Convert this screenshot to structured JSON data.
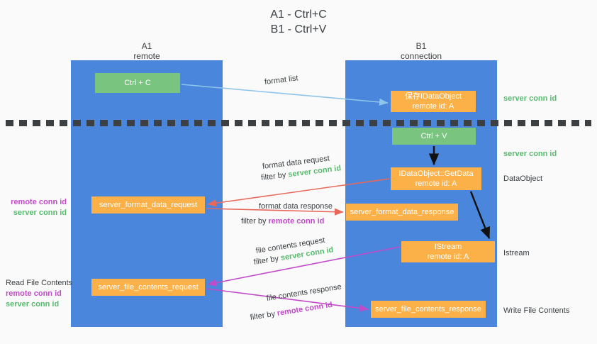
{
  "title": "A1 - Ctrl+C\nB1 - Ctrl+V",
  "columns": [
    {
      "id": "a1",
      "name": "A1",
      "role": "remote",
      "header": "A1\nremote"
    },
    {
      "id": "b1",
      "name": "B1",
      "role": "connection",
      "header": "B1\nconnection"
    }
  ],
  "colors": {
    "lane": "#4a86db",
    "green_box": "#79c47f",
    "orange_box": "#fbb147",
    "server_conn_id": "#57bb6e",
    "remote_conn_id": "#c14ac9",
    "arrow_format_list": "#8ec5ea",
    "arrow_format_data": "#e8685a",
    "arrow_file_contents": "#c14ac9",
    "arrow_internal": "#000000",
    "background": "#fafafa",
    "text": "#3c4043"
  },
  "nodes": {
    "ctrl_c": "Ctrl + C",
    "idataobject": "保存IDataObject\nremote id: A",
    "ctrl_v": "Ctrl + V",
    "getdata": "IDataObject::GetData\nremote id: A",
    "format_data_response": "server_format_data_response",
    "istream": "IStream\nremote id: A",
    "format_data_request": "server_format_data_request",
    "file_contents_request": "server_file_contents_request",
    "file_contents_response": "server_file_contents_response"
  },
  "edges": {
    "format_list": "format list",
    "format_data_request": "format data request",
    "format_data_request_filter_prefix": "filter by ",
    "format_data_request_filter_value": "server conn id",
    "format_data_response": "format data response",
    "format_data_response_filter_prefix": "filter by ",
    "format_data_response_filter_value": "remote conn id",
    "file_contents_request": "file contents request",
    "file_contents_request_filter_prefix": "filter by ",
    "file_contents_request_filter_value": "server conn id",
    "file_contents_response": "file contents response",
    "file_contents_response_filter_prefix": "filter by ",
    "file_contents_response_filter_value": "remote conn id"
  },
  "right_annotations": [
    {
      "key": "server_conn_id_1",
      "text": "server conn id",
      "style": "green"
    },
    {
      "key": "server_conn_id_2",
      "text": "server conn id",
      "style": "green"
    },
    {
      "key": "dataobject",
      "text": "DataObject",
      "style": "plain"
    },
    {
      "key": "istream",
      "text": "Istream",
      "style": "plain"
    },
    {
      "key": "write_file_contents",
      "text": "Write File Contents",
      "style": "plain"
    }
  ],
  "left_annotations": {
    "mid": {
      "remote": "remote conn id",
      "server": "server conn id"
    },
    "bottom": {
      "heading": "Read File Contents",
      "remote": "remote conn id",
      "server": "server conn id"
    }
  }
}
